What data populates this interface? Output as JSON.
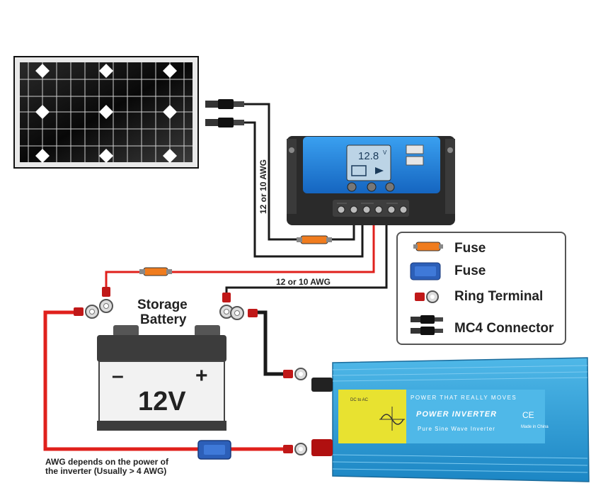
{
  "labels": {
    "wire_gauge_vertical": "12 or 10 AWG",
    "wire_gauge_horizontal": "12 or 10 AWG",
    "battery_title_line1": "Storage",
    "battery_title_line2": "Battery",
    "battery_voltage": "12V",
    "battery_minus": "–",
    "battery_plus": "+",
    "awg_note_line1": "AWG depends on the power of",
    "awg_note_line2": "the inverter (Usually > 4 AWG)"
  },
  "controller": {
    "lcd_reading": "12.8",
    "lcd_unit": "V"
  },
  "inverter": {
    "slogan": "POWER THAT REALLY MOVES",
    "title": "POWER INVERTER",
    "subtitle": "Pure Sine Wave Inverter",
    "dc_ac": "DC to AC",
    "made_in": "Made in China",
    "ce_mark": "CE"
  },
  "legend": {
    "items": [
      {
        "icon": "orange-fuse-icon",
        "label": "Fuse"
      },
      {
        "icon": "blue-fuse-icon",
        "label": "Fuse"
      },
      {
        "icon": "ring-terminal-icon",
        "label": "Ring Terminal"
      },
      {
        "icon": "mc4-connector-icon",
        "label": "MC4 Connector"
      }
    ]
  },
  "colors": {
    "positive_wire": "#e0201c",
    "negative_wire": "#1a1a1a",
    "orange_fuse": "#f07c1e",
    "blue_fuse": "#2c5fb8",
    "inverter_blue": "#2a9fd8",
    "inverter_yellow": "#e8e230",
    "controller_blue": "#1e88e5"
  }
}
